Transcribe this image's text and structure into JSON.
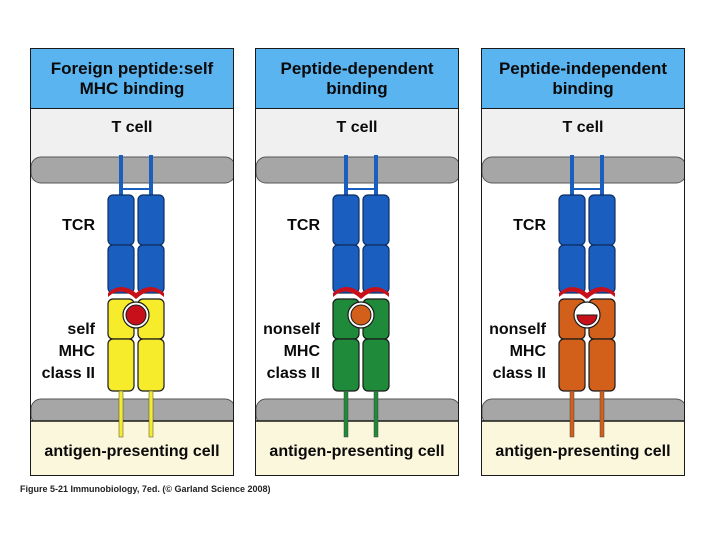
{
  "panels": [
    {
      "title": "Foreign peptide:self\nMHC binding",
      "top_label": "T cell",
      "tcr_label": "TCR",
      "mhc_label": "self\nMHC\nclass II",
      "bottom_label": "antigen-presenting cell",
      "mhc_color": "#f7ec2b",
      "peptide_color": "#c8101a"
    },
    {
      "title": "Peptide-dependent\nbinding",
      "top_label": "T cell",
      "tcr_label": "TCR",
      "mhc_label": "nonself\nMHC\nclass II",
      "bottom_label": "antigen-presenting cell",
      "mhc_color": "#1f8a3a",
      "peptide_color": "#d2601a"
    },
    {
      "title": "Peptide-independent\nbinding",
      "top_label": "T cell",
      "tcr_label": "TCR",
      "mhc_label": "nonself\nMHC\nclass II",
      "bottom_label": "antigen-presenting cell",
      "mhc_color": "#d2601a",
      "peptide_color": "#c8101a"
    }
  ],
  "colors": {
    "header_bg": "#5ab4f0",
    "tcr_blue": "#1a5fbf",
    "membrane_gray": "#a6a6a6",
    "cell_top_bg": "#f0f0f0",
    "cell_bottom_bg": "#fbf7dc",
    "contact_red": "#c8101a"
  },
  "caption": {
    "figure": "Figure 5-21",
    "text": "Immunobiology, 7ed. (© Garland Science 2008)"
  }
}
